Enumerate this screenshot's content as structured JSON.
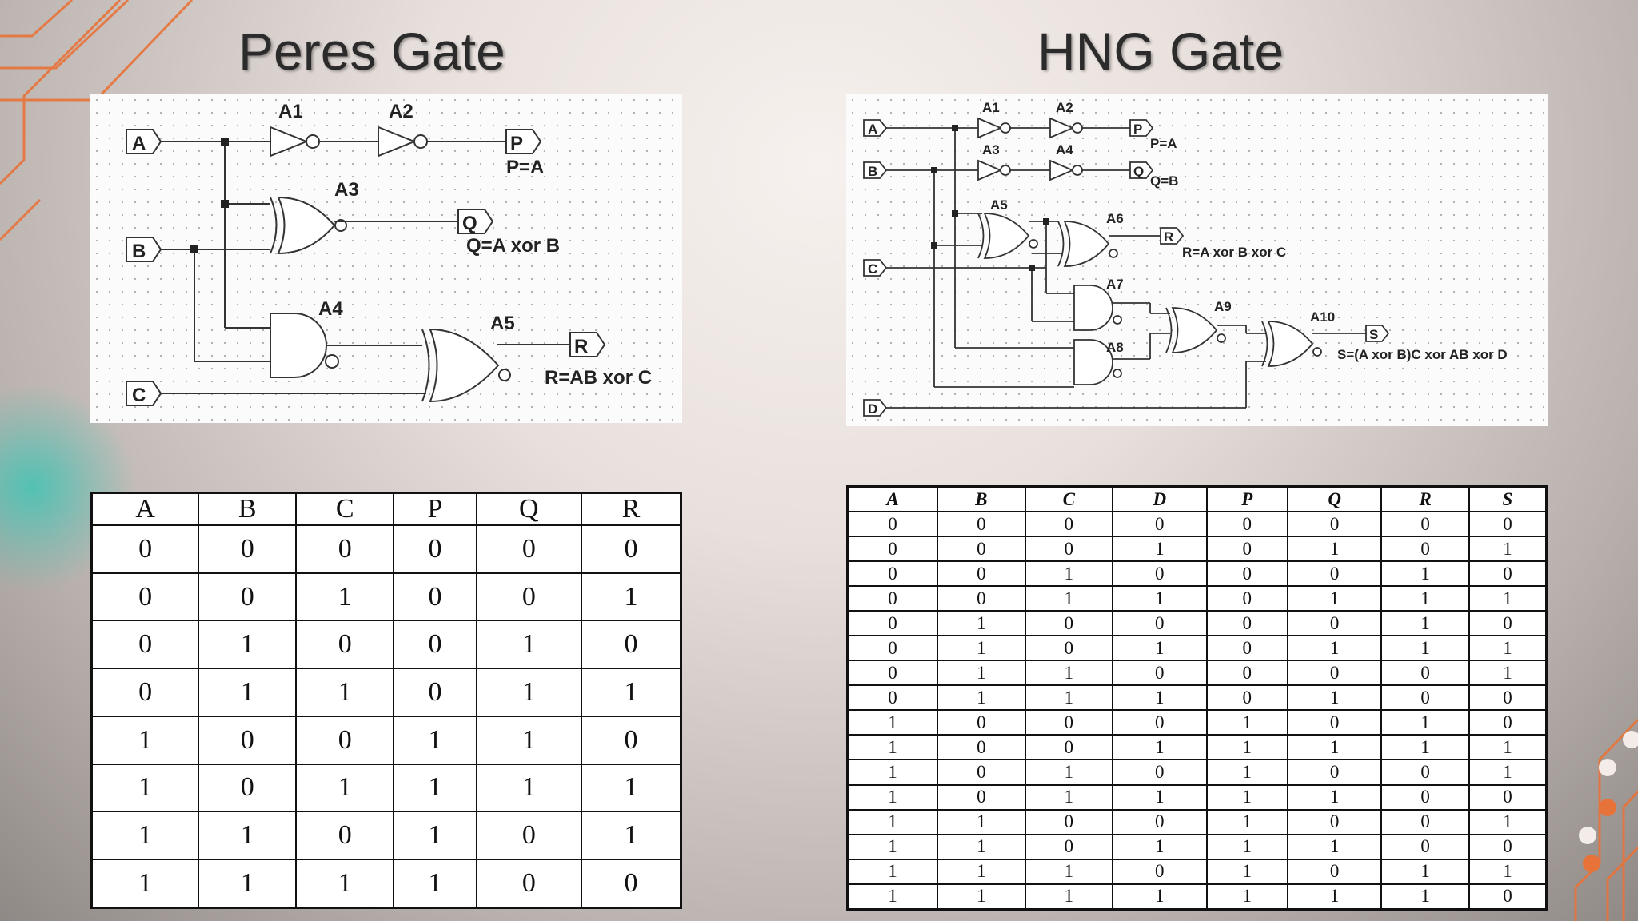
{
  "peres": {
    "title": "Peres Gate",
    "inputs": [
      "A",
      "B",
      "C"
    ],
    "outputs": [
      "P",
      "Q",
      "R"
    ],
    "gates": [
      "A1",
      "A2",
      "A3",
      "A4",
      "A5"
    ],
    "equations": [
      "P=A",
      "Q=A xor B",
      "R=AB xor C"
    ],
    "table": {
      "headers": [
        "A",
        "B",
        "C",
        "P",
        "Q",
        "R"
      ],
      "rows": [
        [
          "0",
          "0",
          "0",
          "0",
          "0",
          "0"
        ],
        [
          "0",
          "0",
          "1",
          "0",
          "0",
          "1"
        ],
        [
          "0",
          "1",
          "0",
          "0",
          "1",
          "0"
        ],
        [
          "0",
          "1",
          "1",
          "0",
          "1",
          "1"
        ],
        [
          "1",
          "0",
          "0",
          "1",
          "1",
          "0"
        ],
        [
          "1",
          "0",
          "1",
          "1",
          "1",
          "1"
        ],
        [
          "1",
          "1",
          "0",
          "1",
          "0",
          "1"
        ],
        [
          "1",
          "1",
          "1",
          "1",
          "0",
          "0"
        ]
      ]
    }
  },
  "hng": {
    "title": "HNG Gate",
    "inputs": [
      "A",
      "B",
      "C",
      "D"
    ],
    "outputs": [
      "P",
      "Q",
      "R",
      "S"
    ],
    "gates": [
      "A1",
      "A2",
      "A3",
      "A4",
      "A5",
      "A6",
      "A7",
      "A8",
      "A9",
      "A10"
    ],
    "equations": [
      "P=A",
      "Q=B",
      "R=A xor B xor C",
      "S=(A xor B)C xor AB xor D"
    ],
    "table": {
      "headers": [
        "A",
        "B",
        "C",
        "D",
        "P",
        "Q",
        "R",
        "S"
      ],
      "rows": [
        [
          "0",
          "0",
          "0",
          "0",
          "0",
          "0",
          "0",
          "0"
        ],
        [
          "0",
          "0",
          "0",
          "1",
          "0",
          "1",
          "0",
          "1"
        ],
        [
          "0",
          "0",
          "1",
          "0",
          "0",
          "0",
          "1",
          "0"
        ],
        [
          "0",
          "0",
          "1",
          "1",
          "0",
          "1",
          "1",
          "1"
        ],
        [
          "0",
          "1",
          "0",
          "0",
          "0",
          "0",
          "1",
          "0"
        ],
        [
          "0",
          "1",
          "0",
          "1",
          "0",
          "1",
          "1",
          "1"
        ],
        [
          "0",
          "1",
          "1",
          "0",
          "0",
          "0",
          "0",
          "1"
        ],
        [
          "0",
          "1",
          "1",
          "1",
          "0",
          "1",
          "0",
          "0"
        ],
        [
          "1",
          "0",
          "0",
          "0",
          "1",
          "0",
          "1",
          "0"
        ],
        [
          "1",
          "0",
          "0",
          "1",
          "1",
          "1",
          "1",
          "1"
        ],
        [
          "1",
          "0",
          "1",
          "0",
          "1",
          "0",
          "0",
          "1"
        ],
        [
          "1",
          "0",
          "1",
          "1",
          "1",
          "1",
          "0",
          "0"
        ],
        [
          "1",
          "1",
          "0",
          "0",
          "1",
          "0",
          "0",
          "1"
        ],
        [
          "1",
          "1",
          "0",
          "1",
          "1",
          "1",
          "0",
          "0"
        ],
        [
          "1",
          "1",
          "1",
          "0",
          "1",
          "0",
          "1",
          "1"
        ],
        [
          "1",
          "1",
          "1",
          "1",
          "1",
          "1",
          "1",
          "0"
        ]
      ]
    }
  },
  "colors": {
    "accent": "#e8733a",
    "glow": "#40c4b4"
  }
}
